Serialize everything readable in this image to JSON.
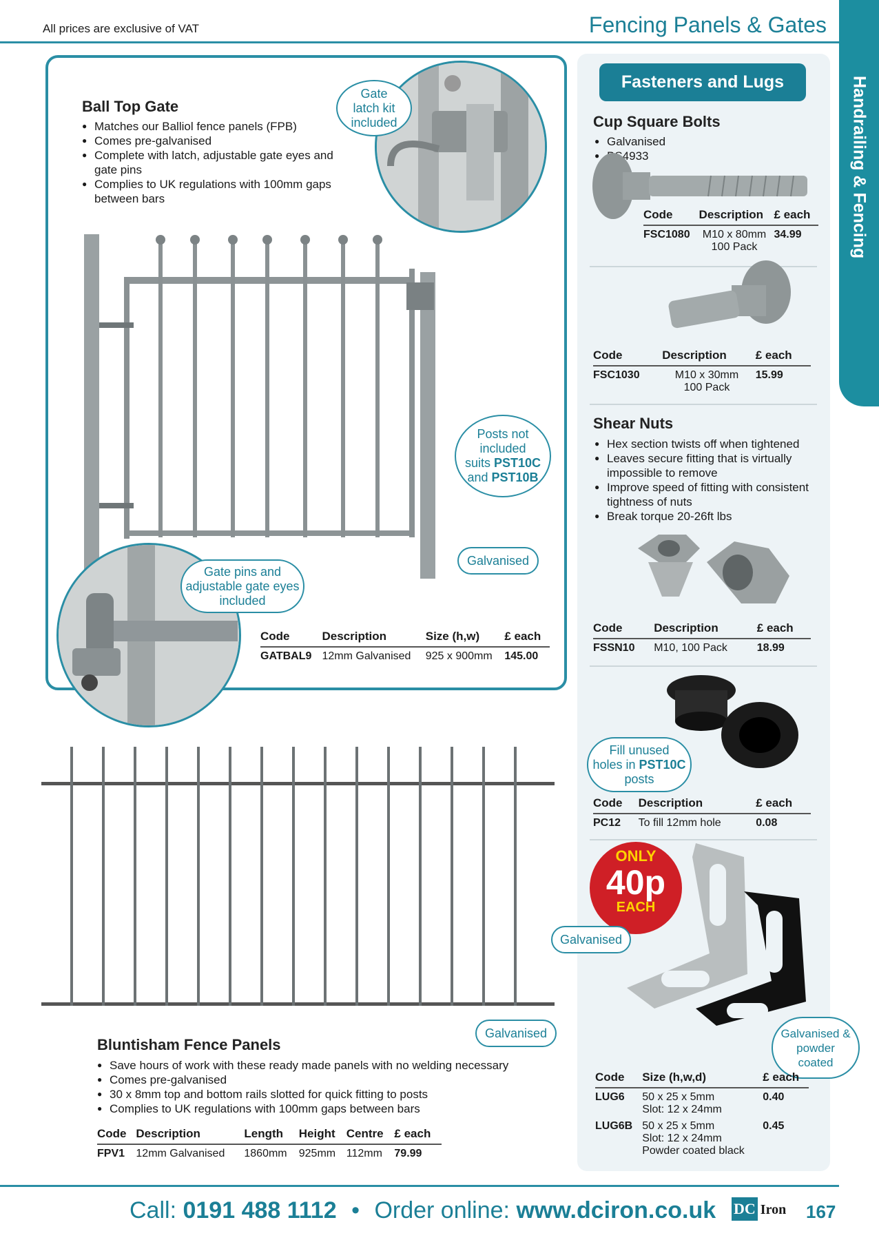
{
  "header": {
    "vat_note": "All prices are exclusive of VAT",
    "section_title": "Fencing Panels & Gates",
    "side_tab": "Handrailing & Fencing"
  },
  "ball_top_gate": {
    "title": "Ball Top Gate",
    "bullets": [
      "Matches our Balliol fence panels (FPB)",
      "Comes pre-galvanised",
      "Complete with latch, adjustable gate eyes and gate pins",
      "Complies to UK regulations with 100mm gaps between bars"
    ],
    "callout_latch": "Gate latch kit included",
    "callout_posts_1": "Posts not included",
    "callout_posts_2": "suits",
    "callout_posts_3": "PST10C",
    "callout_posts_4": "and",
    "callout_posts_5": "PST10B",
    "callout_pins": "Gate pins and adjustable gate eyes included",
    "galvanised_label": "Galvanised",
    "table": {
      "headers": [
        "Code",
        "Description",
        "Size (h,w)",
        "£ each"
      ],
      "rows": [
        [
          "GATBAL9",
          "12mm Galvanised",
          "925 x 900mm",
          "145.00"
        ]
      ]
    }
  },
  "bluntisham": {
    "title": "Bluntisham Fence Panels",
    "galvanised_label": "Galvanised",
    "bullets": [
      "Save hours of work with these ready made panels with no welding necessary",
      "Comes pre-galvanised",
      "30 x 8mm top and bottom rails slotted for quick fitting to posts",
      "Complies to UK regulations with 100mm gaps between bars"
    ],
    "table": {
      "headers": [
        "Code",
        "Description",
        "Length",
        "Height",
        "Centre",
        "£ each"
      ],
      "rows": [
        [
          "FPV1",
          "12mm Galvanised",
          "1860mm",
          "925mm",
          "112mm",
          "79.99"
        ]
      ]
    }
  },
  "fasteners": {
    "banner": "Fasteners and Lugs",
    "cup_square": {
      "title": "Cup Square Bolts",
      "bullets": [
        "Galvanised",
        "BS4933"
      ],
      "table1": {
        "headers": [
          "Code",
          "Description",
          "£ each"
        ],
        "code": "FSC1080",
        "desc1": "M10 x 80mm",
        "desc2": "100 Pack",
        "price": "34.99"
      },
      "table2": {
        "headers": [
          "Code",
          "Description",
          "£ each"
        ],
        "code": "FSC1030",
        "desc1": "M10 x 30mm",
        "desc2": "100 Pack",
        "price": "15.99"
      }
    },
    "shear_nuts": {
      "title": "Shear Nuts",
      "bullets": [
        "Hex section twists off when tightened",
        "Leaves secure fitting that is virtually impossible to remove",
        "Improve speed of fitting with consistent tightness of nuts",
        "Break torque 20-26ft lbs"
      ],
      "table": {
        "headers": [
          "Code",
          "Description",
          "£ each"
        ],
        "code": "FSSN10",
        "desc": "M10, 100 Pack",
        "price": "18.99"
      }
    },
    "caps": {
      "callout_1": "Fill unused",
      "callout_2": "holes in",
      "callout_3": "PST10C",
      "callout_4": "posts",
      "table": {
        "headers": [
          "Code",
          "Description",
          "£ each"
        ],
        "code": "PC12",
        "desc": "To fill 12mm hole",
        "price": "0.08"
      }
    },
    "lugs": {
      "badge_only": "ONLY",
      "badge_price": "40p",
      "badge_each": "EACH",
      "galvanised_label": "Galvanised",
      "powder_label": "Galvanised & powder coated",
      "table": {
        "headers": [
          "Code",
          "Size (h,w,d)",
          "£ each"
        ],
        "row1": {
          "code": "LUG6",
          "size": "50 x 25 x 5mm",
          "slot": "Slot: 12 x 24mm",
          "price": "0.40"
        },
        "row2": {
          "code": "LUG6B",
          "size": "50 x 25 x 5mm",
          "slot": "Slot: 12 x 24mm",
          "extra": "Powder coated black",
          "price": "0.45"
        }
      }
    }
  },
  "footer": {
    "call_label": "Call:",
    "phone": "0191 488 1112",
    "bullet": "•",
    "order_label": "Order online:",
    "website": "www.dciron.co.uk",
    "logo_dc": "DC",
    "logo_iron": "Iron",
    "page_number": "167"
  },
  "colors": {
    "accent": "#1b7f96",
    "badge_red": "#cf1f26",
    "panel_bg": "#edf3f6"
  }
}
